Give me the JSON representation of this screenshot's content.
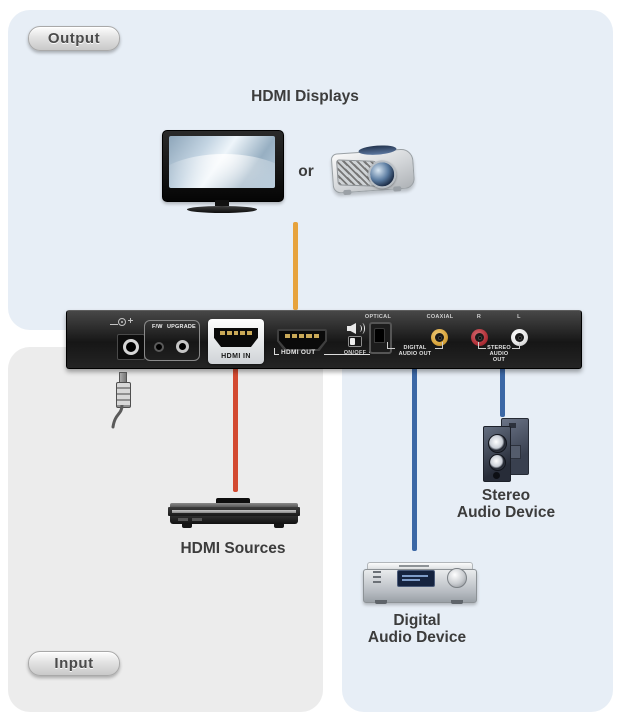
{
  "badges": {
    "output": "Output",
    "input": "Input"
  },
  "output_area": {
    "title": "HDMI Displays",
    "or": "or"
  },
  "input_area": {
    "title": "HDMI Sources"
  },
  "audio_devices": {
    "stereo": {
      "line1": "Stereo",
      "line2": "Audio Device"
    },
    "digital": {
      "line1": "Digital",
      "line2": "Audio Device"
    }
  },
  "panel": {
    "fw": "F/W",
    "upgrade": "UPGRADE",
    "hdmi_in": "HDMI IN",
    "hdmi_out": "HDMI OUT",
    "onoff": "ON/OFF",
    "optical": "OPTICAL",
    "coaxial": "COAXIAL",
    "r": "R",
    "l": "L",
    "digital_out": {
      "line1": "DIGITAL",
      "line2": "AUDIO OUT"
    },
    "stereo_out": {
      "line1": "STEREO",
      "line2": "AUDIO OUT"
    }
  },
  "colors": {
    "output_section_bg": "#E7EEF6",
    "input_section_bg": "#ECECEC",
    "display_line": "#E7A33D",
    "source_line": "#D34A31",
    "audio_line": "#3B67A5"
  }
}
